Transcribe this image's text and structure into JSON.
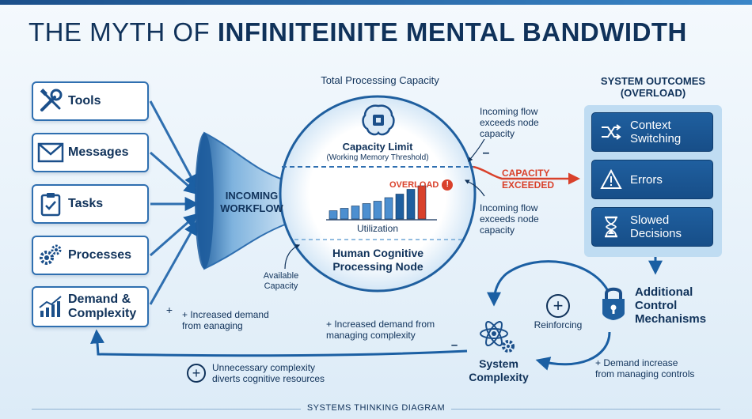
{
  "title": {
    "light": "THE MYTH OF ",
    "bold": "INFINITEINITE MENTAL BANDWIDTH"
  },
  "inputs": [
    {
      "label": "Tools",
      "icon": "tools-icon"
    },
    {
      "label": "Messages",
      "icon": "envelope-icon"
    },
    {
      "label": "Tasks",
      "icon": "clipboard-check-icon"
    },
    {
      "label": "Processes",
      "icon": "gears-icon"
    },
    {
      "label": "Demand &\nComplexity",
      "icon": "growth-chart-icon"
    }
  ],
  "funnel": {
    "label": "INCOMING\nWORKFLOW"
  },
  "node": {
    "top_label": "Total Processing Capacity",
    "capacity_limit": "Capacity Limit",
    "threshold": "(Working Memory Threshold)",
    "overload": "OVERLOAD",
    "utilization": "Utilization",
    "name": "Human Cognitive\nProcessing Node",
    "available": "Available\nCapacity"
  },
  "utilization_bars": [
    14,
    18,
    22,
    26,
    30,
    36,
    42,
    50,
    56
  ],
  "flow_note_1": "Incoming flow\nexceeds node\ncapacity",
  "flow_note_2": "Incoming flow\nexceeds node\ncapacity",
  "minus_sign": "–",
  "capacity_exceeded": "CAPACITY\nEXCEEDED",
  "outcomes": {
    "header": "SYSTEM OUTCOMES\n(OVERLOAD)",
    "items": [
      {
        "label": "Context\nSwitching",
        "icon": "context-switch-icon"
      },
      {
        "label": "Errors",
        "icon": "warning-icon"
      },
      {
        "label": "Slowed\nDecisions",
        "icon": "hourglass-icon"
      }
    ]
  },
  "controls": {
    "label": "Additional\nControl\nMechanisms",
    "icon": "lock-icon"
  },
  "complexity": {
    "label": "System\nComplexity",
    "icon": "atom-gear-icon"
  },
  "reinforcing": {
    "symbol": "+",
    "label": "Reinforcing"
  },
  "notes": {
    "demand_left": "+ Increased demand\nfrom eanaging",
    "plus_left": "+",
    "demand_mid": "+ Increased demand from\nmanaging complexity",
    "minus_mid": "–",
    "demand_controls": "+ Demand increase\nfrom managing controls",
    "unnecessary_symbol": "+",
    "unnecessary": "Unnecessary complexity\ndiverts cognitive resources"
  },
  "footer": "SYSTEMS THINKING DIAGRAM",
  "colors": {
    "primary": "#1b5fa3",
    "dark": "#10325a",
    "alert": "#d9412b",
    "panel": "#bfdcf2"
  }
}
